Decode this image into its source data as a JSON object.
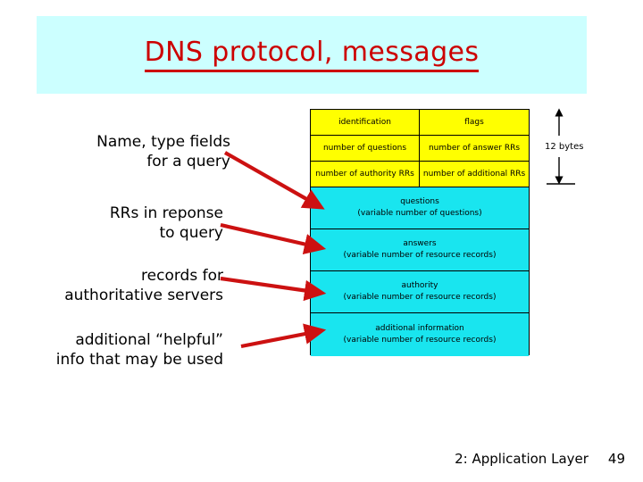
{
  "slide": {
    "title": "DNS protocol, messages",
    "title_color": "#cc0000",
    "banner_color": "#ccffff",
    "background_color": "#ffffff"
  },
  "captions": [
    {
      "id": "name-type-fields",
      "text": "Name, type fields\nfor a query"
    },
    {
      "id": "rrs-in-response",
      "text": "RRs in reponse\nto query"
    },
    {
      "id": "records-authoritative",
      "text": "records for\nauthoritative servers"
    },
    {
      "id": "additional-helpful",
      "text": "additional “helpful”\ninfo that may be used"
    }
  ],
  "diagram": {
    "header_color": "#ffff00",
    "body_color": "#19e5ef",
    "border_color": "#000000",
    "header_rows": [
      {
        "left": "identification",
        "right": "flags"
      },
      {
        "left": "number of questions",
        "right": "number of answer RRs"
      },
      {
        "left": "number of authority RRs",
        "right": "number of additional RRs"
      }
    ],
    "sections": [
      {
        "title": "questions",
        "subtitle": "(variable number of questions)"
      },
      {
        "title": "answers",
        "subtitle": "(variable number of resource records)"
      },
      {
        "title": "authority",
        "subtitle": "(variable number of resource records)"
      },
      {
        "title": "additional information",
        "subtitle": "(variable number of resource records)"
      }
    ],
    "dimension": {
      "label": "12 bytes"
    }
  },
  "footer": {
    "section_label": "2: Application Layer",
    "page_number": "49"
  }
}
